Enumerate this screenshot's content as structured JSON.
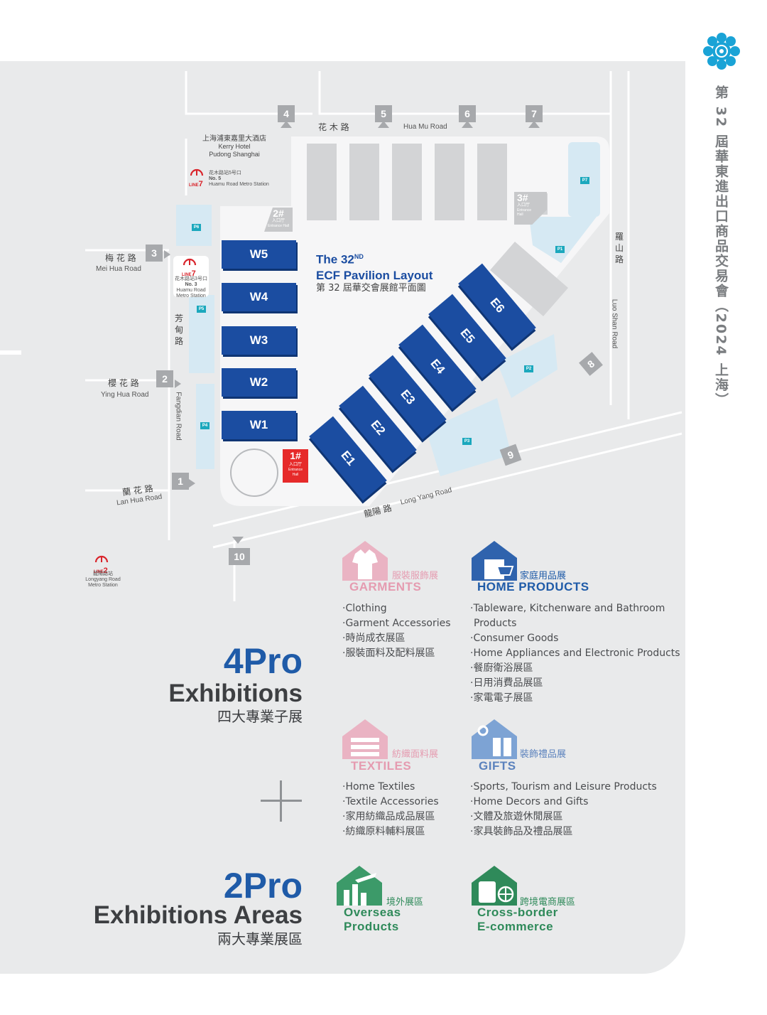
{
  "sidebar": {
    "title": "第 32 屆華東進出口商品交易會（2024 上海）"
  },
  "map": {
    "title_line1_prefix": "The 32",
    "title_line1_sup": "ND",
    "title_line2": "ECF Pavilion Layout",
    "title_cn": "第 32 屆華交會展館平面圖",
    "roads": {
      "hua_mu_cn": "花 木 路",
      "hua_mu_en": "Hua Mu Road",
      "mei_hua_cn": "梅 花 路",
      "mei_hua_en": "Mei Hua Road",
      "ying_hua_cn": "櫻 花 路",
      "ying_hua_en": "Ying Hua Road",
      "lan_hua_cn": "蘭 花 路",
      "lan_hua_en": "Lan Hua Road",
      "fangdian_cn": "芳甸路",
      "fangdian_en": "Fangdian Road",
      "luo_shan_cn": "羅山路",
      "luo_shan_en": "Luo Shan Road",
      "long_yang_cn": "龍陽 路",
      "long_yang_en": "Long Yang Road"
    },
    "landmarks": {
      "kerry_cn": "上海浦東嘉里大酒店",
      "kerry_en1": "Kerry Hotel",
      "kerry_en2": "Pudong Shanghai",
      "metro5_cn": "花木路站5号口",
      "metro5_no": "No. 5",
      "metro5_en": "Huamu Road Metro Station",
      "metro3_cn": "花木路站3号口",
      "metro3_no": "No. 3",
      "metro3_en1": "Huamu Road",
      "metro3_en2": "Metro Station",
      "longyang_cn": "龍陽路站",
      "longyang_en1": "Longyang Road",
      "longyang_en2": "Metro Station",
      "line_label": "LINE",
      "line7_num": "7",
      "line2_num": "2"
    },
    "gates": [
      "1",
      "2",
      "3",
      "4",
      "5",
      "6",
      "7",
      "8",
      "9",
      "10"
    ],
    "parking": [
      "P1",
      "P2",
      "P3",
      "P4",
      "P5",
      "P6",
      "P7"
    ],
    "west_halls": [
      "W5",
      "W4",
      "W3",
      "W2",
      "W1"
    ],
    "east_halls": [
      "E1",
      "E2",
      "E3",
      "E4",
      "E5",
      "E6"
    ],
    "entrances": {
      "e1_num": "1#",
      "e2_num": "2#",
      "e3_num": "3#",
      "cn": "入口厅",
      "en1": "Entrance",
      "en2": "Hall",
      "en_full": "Entrance Hall"
    }
  },
  "section4": {
    "num": "4Pro",
    "title_en": "Exhibitions",
    "title_cn": "四大專業子展",
    "categories": [
      {
        "cn": "服裝服飾展",
        "en": "GARMENTS",
        "items": [
          "·Clothing",
          "·Garment Accessories",
          "·時尚成衣展區",
          "·服裝面料及配料展區"
        ]
      },
      {
        "cn": "家庭用品展",
        "en": "HOME PRODUCTS",
        "items": [
          "·Tableware, Kitchenware and Bathroom",
          " Products",
          "·Consumer Goods",
          "·Home Appliances and Electronic Products",
          "·餐廚衛浴展區",
          "·日用消費品展區",
          "·家電電子展區"
        ]
      },
      {
        "cn": "紡織面料展",
        "en": "TEXTILES",
        "items": [
          "·Home Textiles",
          "·Textile Accessories",
          "·家用紡織品成品展區",
          "·紡織原料輔料展區"
        ]
      },
      {
        "cn": "裝飾禮品展",
        "en": "GIFTS",
        "items": [
          "·Sports, Tourism and Leisure Products",
          "·Home Decors and Gifts",
          "·文體及旅遊休閒展區",
          "·家具裝飾品及禮品展區"
        ]
      }
    ]
  },
  "section2": {
    "num": "2Pro",
    "title_en": "Exhibitions Areas",
    "title_cn": "兩大專業展區",
    "areas": [
      {
        "cn": "境外展區",
        "en1": "Overseas",
        "en2": "Products"
      },
      {
        "cn": "跨境電商展區",
        "en1": "Cross-border",
        "en2": "E-commerce"
      }
    ]
  },
  "colors": {
    "hall_blue": "#1b4da1",
    "entrance_red": "#e62a2a",
    "metro_red": "#d9242b",
    "parking_teal": "#1ba8bd",
    "garments_pink": "#e59bb0",
    "home_blue": "#1f5ba8",
    "overseas_green": "#2f8a5a"
  }
}
